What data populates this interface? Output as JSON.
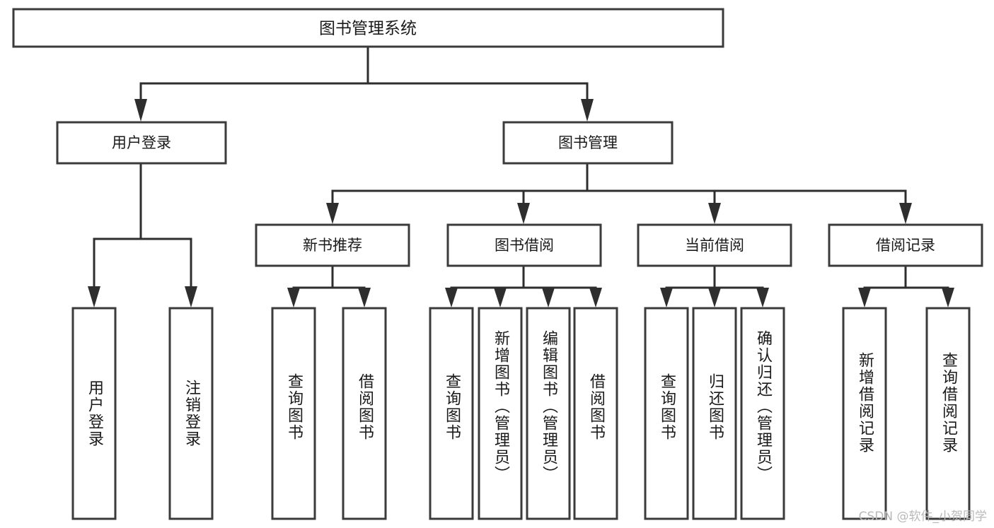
{
  "diagram": {
    "title": "图书管理系统",
    "type": "tree-hierarchy-diagram",
    "colors": {
      "box_stroke": "#3b3b3b",
      "connector": "#2e2e2e",
      "box_fill": "#ffffff",
      "label_text": "#1a1a1a",
      "watermark": "#b9b9b9",
      "background": "#ffffff"
    },
    "root": {
      "label": "图书管理系统"
    },
    "level1": [
      {
        "label": "用户登录"
      },
      {
        "label": "图书管理"
      }
    ],
    "level2": [
      {
        "label": "新书推荐"
      },
      {
        "label": "图书借阅"
      },
      {
        "label": "当前借阅"
      },
      {
        "label": "借阅记录"
      }
    ],
    "leaves": {
      "user_login": [
        {
          "label": "用户登录"
        },
        {
          "label": "注销登录"
        }
      ],
      "new_book_recommend": [
        {
          "label": "查询图书"
        },
        {
          "label": "借阅图书"
        }
      ],
      "book_borrow": [
        {
          "label": "查询图书"
        },
        {
          "label": "新增图书（管理员）"
        },
        {
          "label": "编辑图书（管理员）"
        },
        {
          "label": "借阅图书"
        }
      ],
      "current_borrow": [
        {
          "label": "查询图书"
        },
        {
          "label": "归还图书"
        },
        {
          "label": "确认归还（管理员）"
        }
      ],
      "borrow_record": [
        {
          "label": "新增借阅记录"
        },
        {
          "label": "查询借阅记录"
        }
      ]
    },
    "watermark": "CSDN @软件_小贺同学"
  }
}
